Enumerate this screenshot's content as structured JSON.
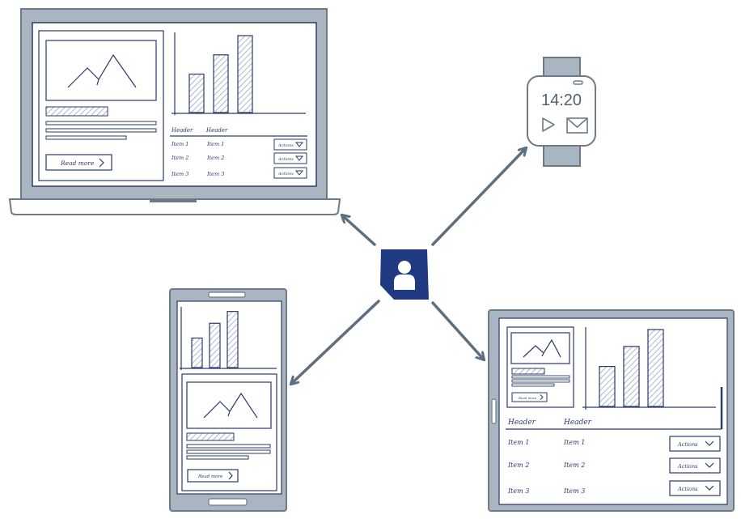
{
  "colors": {
    "device_frame": "#a9b6c1",
    "frame_stroke": "#6b7b89",
    "ink": "#2a3a6a",
    "arrow": "#5c6f80",
    "user_badge": "#1f3a80",
    "bar_hatch": "#9aa4c8"
  },
  "user_icon": "user-icon",
  "laptop": {
    "read_more": "Read more",
    "table_headers": [
      "Header",
      "Header"
    ],
    "rows": [
      {
        "item": "Item 1",
        "item2": "Item 1",
        "action": "Actions"
      },
      {
        "item": "Item 2",
        "item2": "Item 2",
        "action": "Actions"
      },
      {
        "item": "Item 3",
        "item2": "Item 3",
        "action": "Actions"
      }
    ],
    "chart_bars": [
      0.5,
      0.75,
      1.0
    ]
  },
  "watch": {
    "time": "14:20",
    "icons": [
      "play-icon",
      "mail-icon"
    ]
  },
  "phone": {
    "read_more": "Read more",
    "chart_bars": [
      0.5,
      0.75,
      0.95
    ]
  },
  "tablet": {
    "read_more": "Read more",
    "table_headers": [
      "Header",
      "Header"
    ],
    "rows": [
      {
        "item": "Item 1",
        "item2": "Item 1",
        "action": "Actions"
      },
      {
        "item": "Item 2",
        "item2": "Item 2",
        "action": "Actions"
      },
      {
        "item": "Item 3",
        "item2": "Item 3",
        "action": "Actions"
      }
    ],
    "chart_bars": [
      0.52,
      0.78,
      1.0
    ]
  }
}
